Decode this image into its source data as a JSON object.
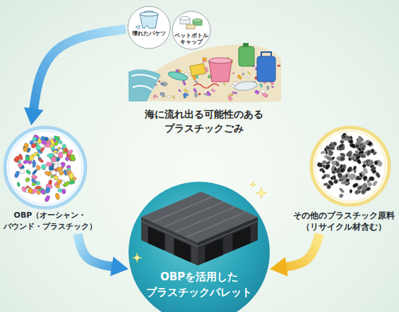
{
  "diagram": {
    "nodes": [
      {
        "text": [
          "海に流れ出る可能性のある プラスチックごみ"
        ]
      },
      {
        "text": [
          "壊れたバケツ"
        ],
        "in": 0
      },
      {
        "text": [
          "ペットボトル キャップ"
        ],
        "in": 0
      },
      {
        "text": [
          "OBP（オーシャン・ バウンド・プラスチック）"
        ]
      },
      {
        "text": [
          "その他のプラスチック原料 （リサイクル材含む）"
        ]
      },
      {
        "text": [
          "OBPを活用した プラスチックパレット"
        ]
      }
    ],
    "edges": [
      {
        "from": 0,
        "to": 3,
        "arrow": "to"
      },
      {
        "from": 3,
        "to": 5,
        "arrow": "to"
      },
      {
        "from": 4,
        "to": 5,
        "arrow": "to"
      }
    ]
  }
}
